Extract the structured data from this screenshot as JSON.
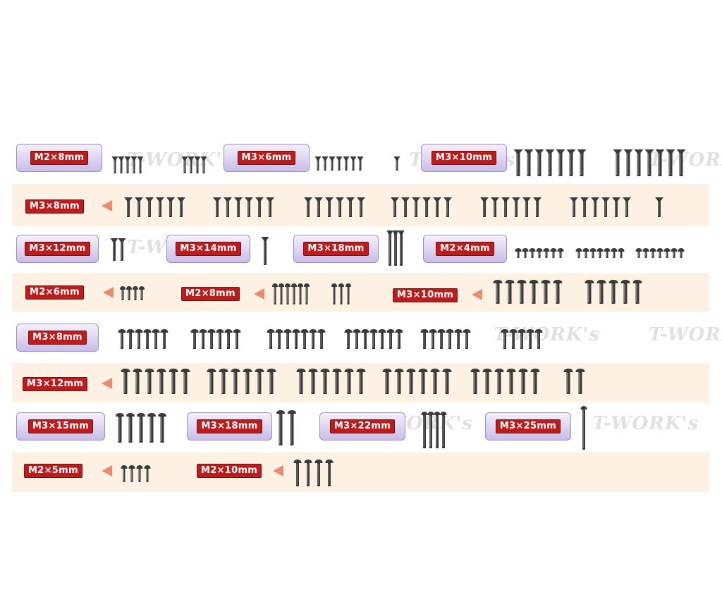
{
  "watermark": "T-WORK's",
  "labels": {
    "r1a": "M2×8mm",
    "r1b": "M3×6mm",
    "r1c": "M3×10mm",
    "r2": "M3×8mm",
    "r3a": "M3×12mm",
    "r3b": "M3×14mm",
    "r3c": "M3×18mm",
    "r3d": "M2×4mm",
    "r4a": "M2×6mm",
    "r4b": "M2×8mm",
    "r4c": "M3×10mm",
    "r5": "M3×8mm",
    "r6": "M3×12mm",
    "r7a": "M3×15mm",
    "r7b": "M3×18mm",
    "r7c": "M3×22mm",
    "r7d": "M3×25mm",
    "r8a": "M2×5mm",
    "r8b": "M2×10mm"
  },
  "colors": {
    "label_bg": "#ba1d1d",
    "badge": "#c9bde8",
    "band": "#fdf1e3",
    "arrow": "#e88c70",
    "screw": "#3a3a3a"
  }
}
